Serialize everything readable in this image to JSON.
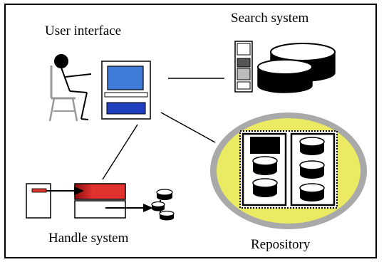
{
  "diagram": {
    "labels": {
      "user_interface": "User interface",
      "search_system": "Search system",
      "handle_system": "Handle system",
      "repository": "Repository"
    },
    "colors": {
      "border": "#000000",
      "monitor_screen": "#3f7bd8",
      "monitor_keyboard": "#1f3fbf",
      "repository_fill": "#eaea63",
      "repository_ring": "#a9a9a9",
      "handle_red": "#e0322f"
    },
    "icons": {
      "user": "person-seated-icon",
      "computer": "computer-terminal-icon",
      "search_server": "server-tower-icon",
      "search_disks": "disk-stack-icon",
      "handle_server": "server-tower-icon",
      "handle_record": "pointer-record-icon",
      "handle_target": "disk-stack-icon",
      "repository_store": "storage-cabinet-icon"
    }
  }
}
